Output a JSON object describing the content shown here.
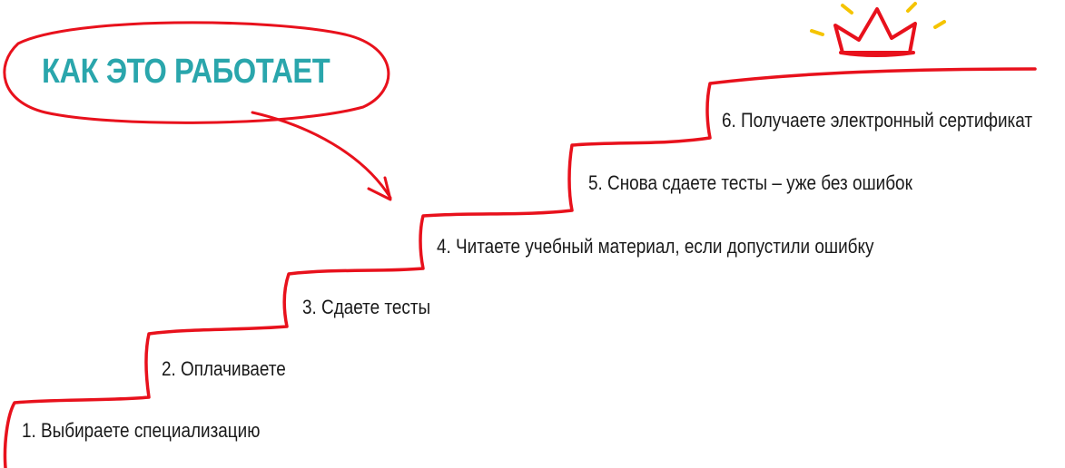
{
  "title": "КАК ЭТО РАБОТАЕТ",
  "steps": [
    "1. Выбираете специализацию",
    "2. Оплачиваете",
    "3. Сдаете тесты",
    "4. Читаете учебный материал, если допустили ошибку",
    "5. Снова сдаете тесты – уже без ошибок",
    "6. Получаете электронный сертификат"
  ],
  "icons": [
    "oval-frame",
    "curved-arrow-icon",
    "crown-icon",
    "staircase-line"
  ],
  "colors": {
    "title": "#2aa6ac",
    "line": "#e8111c",
    "crown_rays": "#f5c400",
    "text": "#1a1a1a"
  }
}
